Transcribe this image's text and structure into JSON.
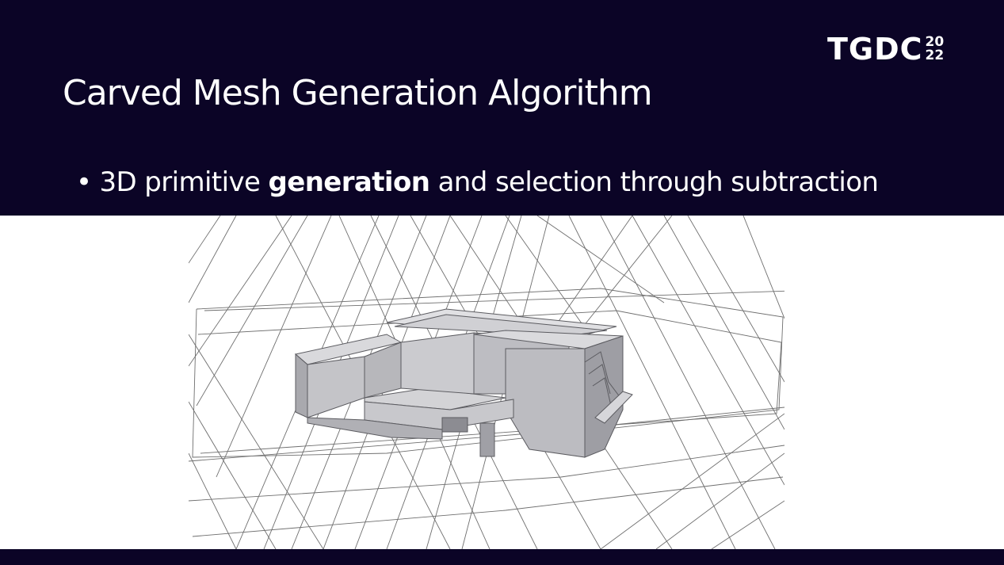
{
  "slide": {
    "title": "Carved Mesh Generation Algorithm",
    "bullet": {
      "before": "3D primitive ",
      "bold": "generation",
      "after": " and selection through subtraction"
    },
    "logo": {
      "text": "TGDC",
      "year_top": "20",
      "year_bottom": "22"
    }
  },
  "colors": {
    "band": "#0b0426",
    "text": "#ffffff",
    "wire": "#555555",
    "building_fill": "#c9c9cc"
  }
}
